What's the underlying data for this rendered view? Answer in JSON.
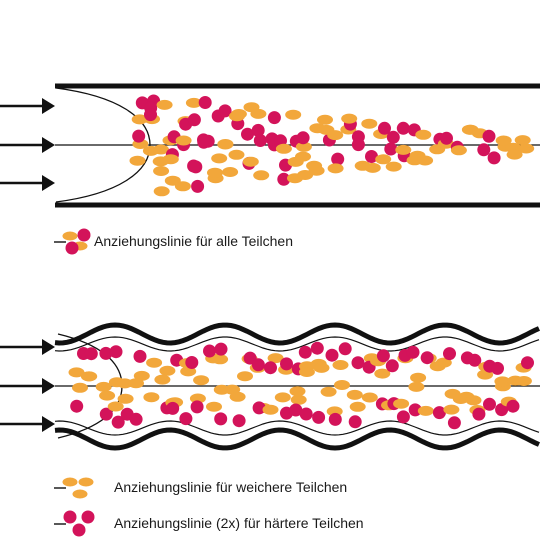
{
  "colors": {
    "soft_particle": "#F2A73B",
    "hard_particle": "#D3135A",
    "wall": "#111111",
    "background": "#FFFFFF"
  },
  "icons": {
    "flow_arrow": "arrow-right-icon",
    "soft_particle": "orange-ellipse-icon",
    "hard_particle": "magenta-circle-icon"
  },
  "diagram_top": {
    "channel": "straight",
    "legend": {
      "text": "Anziehungslinie für alle Teilchen"
    }
  },
  "diagram_bottom": {
    "channel": "wavy",
    "legend": [
      {
        "text": "Anziehungslinie für weichere Teilchen"
      },
      {
        "text": "Anziehungslinie (2x) für härtere Teilchen"
      }
    ]
  }
}
